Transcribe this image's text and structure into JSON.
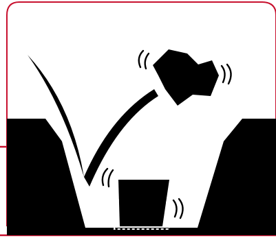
{
  "illustration": {
    "frame_color": "#c8102e",
    "ink_color": "#000000",
    "background_color": "#ffffff",
    "icons": [
      "rounded-frame",
      "trench-ground",
      "swing-trajectory-line",
      "rock-fragment",
      "vibration-marks",
      "pile-block-dashed-outline"
    ]
  }
}
